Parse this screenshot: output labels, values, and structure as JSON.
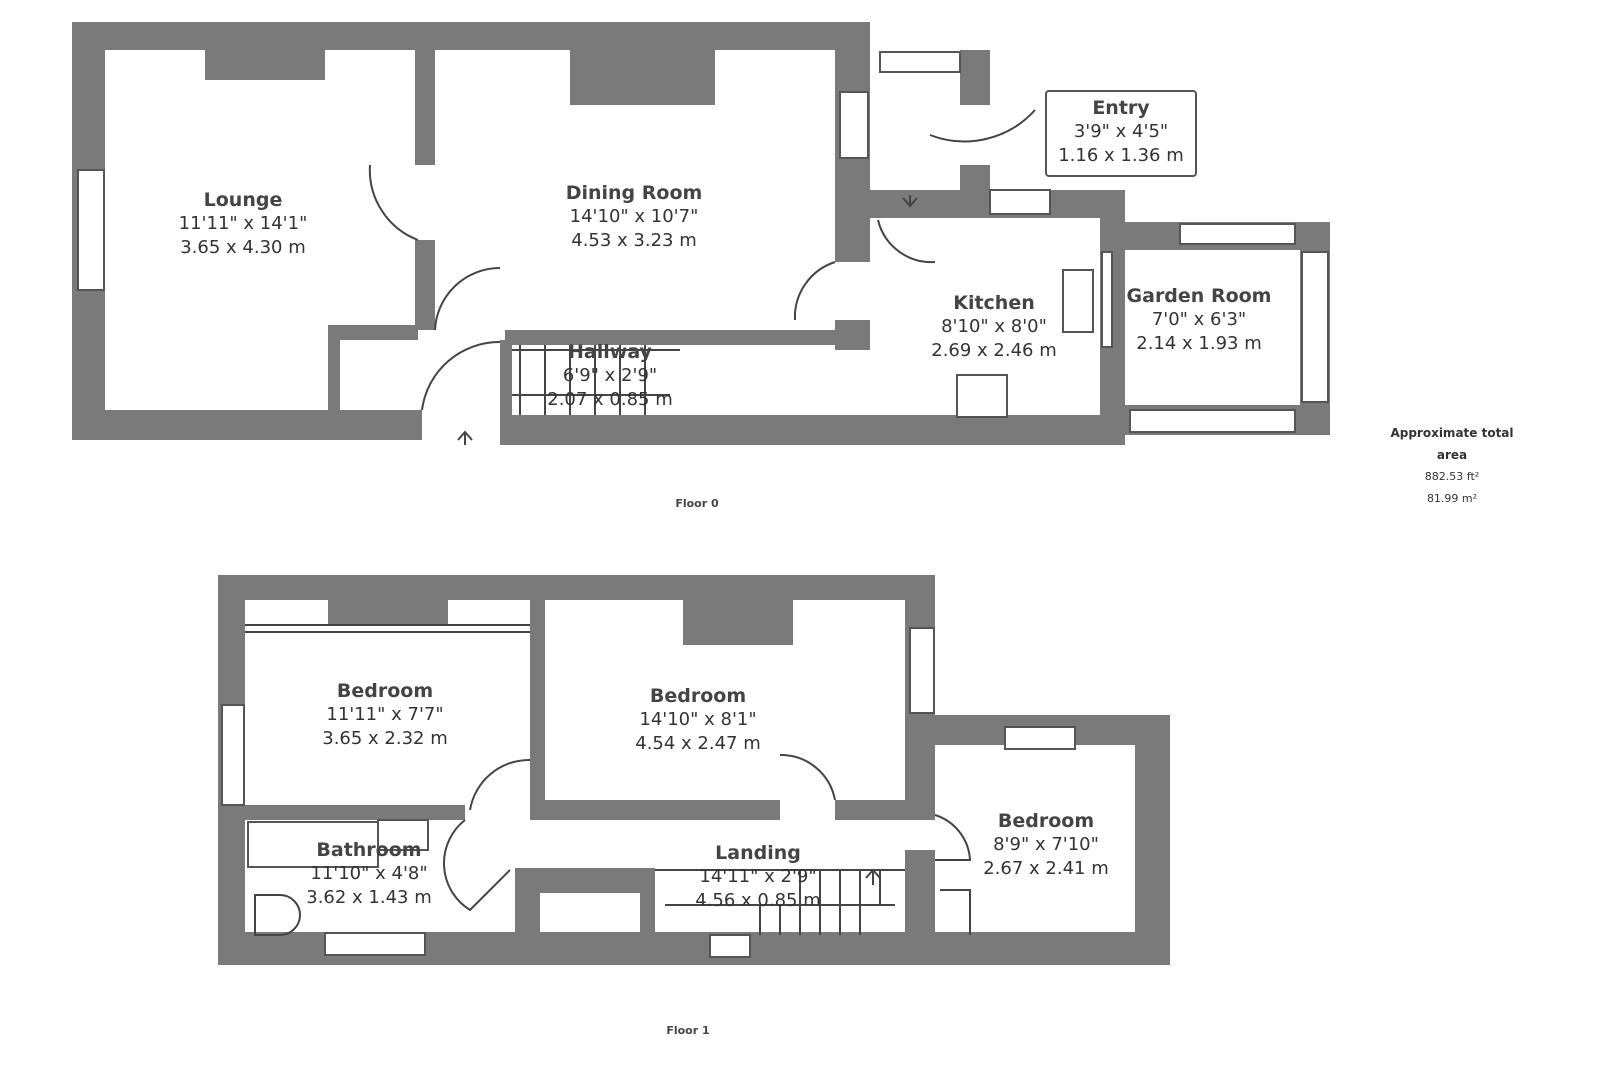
{
  "floors": [
    {
      "label": "Floor 0",
      "rooms": [
        {
          "name": "Lounge",
          "imperial": "11'11\" x 14'1\"",
          "metric": "3.65 x 4.30 m"
        },
        {
          "name": "Dining Room",
          "imperial": "14'10\" x 10'7\"",
          "metric": "4.53 x 3.23 m"
        },
        {
          "name": "Entry",
          "imperial": "3'9\" x 4'5\"",
          "metric": "1.16 x 1.36 m"
        },
        {
          "name": "Kitchen",
          "imperial": "8'10\" x 8'0\"",
          "metric": "2.69 x 2.46 m"
        },
        {
          "name": "Garden Room",
          "imperial": "7'0\" x 6'3\"",
          "metric": "2.14 x 1.93 m"
        },
        {
          "name": "Hallway",
          "imperial": "6'9\" x 2'9\"",
          "metric": "2.07 x 0.85 m"
        }
      ]
    },
    {
      "label": "Floor 1",
      "rooms": [
        {
          "name": "Bedroom",
          "imperial": "11'11\" x 7'7\"",
          "metric": "3.65 x 2.32 m"
        },
        {
          "name": "Bedroom",
          "imperial": "14'10\" x 8'1\"",
          "metric": "4.54 x 2.47 m"
        },
        {
          "name": "Bedroom",
          "imperial": "8'9\" x 7'10\"",
          "metric": "2.67 x 2.41 m"
        },
        {
          "name": "Bathroom",
          "imperial": "11'10\" x 4'8\"",
          "metric": "3.62 x 1.43 m"
        },
        {
          "name": "Landing",
          "imperial": "14'11\" x 2'9\"",
          "metric": "4.56 x 0.85 m"
        }
      ]
    }
  ],
  "total_area": {
    "title": "Approximate total area",
    "sqft": "882.53 ft²",
    "sqm": "81.99 m²"
  }
}
